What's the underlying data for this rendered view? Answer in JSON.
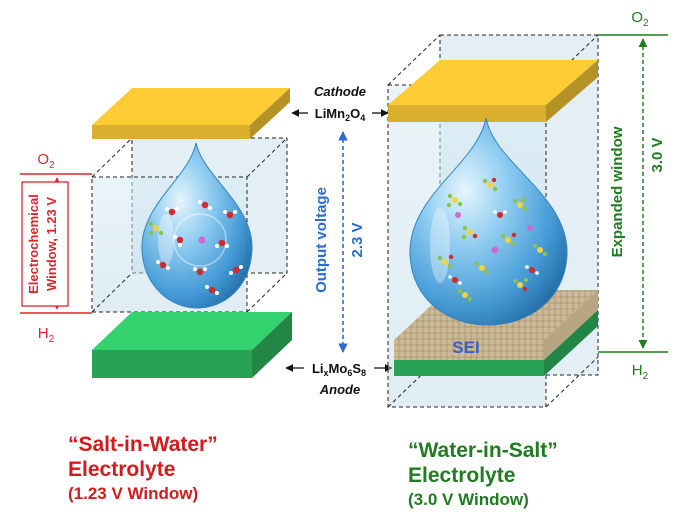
{
  "colors": {
    "cathode": "#f1c232",
    "anode": "#2fbf64",
    "red": "#e0262b",
    "green": "#1e7d1e",
    "blue": "#2b6bd6",
    "sei": "#c9b796",
    "sei_text": "#3b5ccf"
  },
  "left": {
    "top_label": "O",
    "top_sub": "2",
    "bottom_label": "H",
    "bottom_sub": "2",
    "window_line1": "Electrochemical",
    "window_line2": "Window, 1.23 V",
    "caption_line1": "“Salt-in-Water”",
    "caption_line2": "Electrolyte",
    "caption_line3": "(1.23 V Window)"
  },
  "center": {
    "cathode_word": "Cathode",
    "cathode_formula_a": "LiMn",
    "cathode_formula_b": "2",
    "cathode_formula_c": "O",
    "cathode_formula_d": "4",
    "output_line1": "Output voltage",
    "output_line2": "2.3 V",
    "anode_formula_a": "Li",
    "anode_formula_b": "x",
    "anode_formula_c": "Mo",
    "anode_formula_d": "6",
    "anode_formula_e": "S",
    "anode_formula_f": "8",
    "anode_word": "Anode"
  },
  "right": {
    "top_label": "O",
    "top_sub": "2",
    "bottom_label": "H",
    "bottom_sub": "2",
    "window_line1": "Expanded window",
    "window_line2": "3.0 V",
    "sei_label": "SEI",
    "caption_line1": "“Water-in-Salt”",
    "caption_line2": "Electrolyte",
    "caption_line3": "(3.0 V Window)"
  }
}
